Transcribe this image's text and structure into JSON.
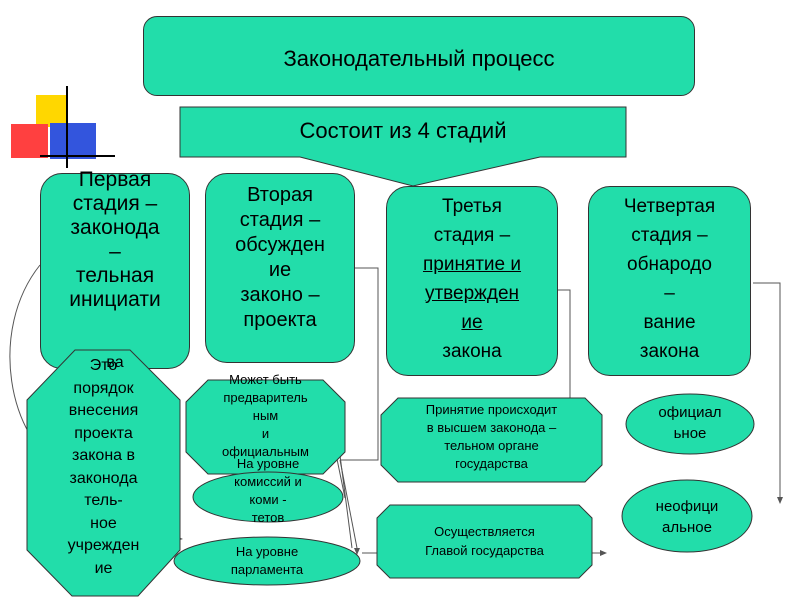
{
  "colors": {
    "fill": "#22DDAA",
    "stroke": "#333333",
    "deco_yellow": "#FFD700",
    "deco_red": "#FF4040",
    "deco_blue": "#3355DD"
  },
  "title": "Законодательный процесс",
  "subtitle": "Состоит из 4 стадий",
  "stages": [
    {
      "lines": [
        "Первая",
        "стадия –",
        "законода",
        "–",
        "тельная",
        "инициати"
      ]
    },
    {
      "lines": [
        "Вторая",
        "стадия –",
        "обсужден",
        "ие",
        "законо –",
        "проекта"
      ]
    },
    {
      "lines": [
        "Третья",
        "стадия –",
        "принятие и",
        "утвержден",
        "ие",
        "закона"
      ]
    },
    {
      "lines": [
        "Четвертая",
        "стадия –",
        "обнародо",
        "–",
        "вание",
        "закона"
      ]
    }
  ],
  "stage1_overflow": "ва",
  "details": {
    "initiative": {
      "lines": [
        "Это",
        "порядок",
        "внесения",
        "проекта",
        "закона в",
        "законода",
        "тель-",
        "ное",
        "учрежден",
        "ие"
      ]
    },
    "preliminary": {
      "lines": [
        "Может быть",
        "предваритель",
        "ным",
        "и",
        "официальным"
      ]
    },
    "commissions": {
      "lines": [
        "На уровне",
        "комиссий и",
        "коми -",
        "тетов"
      ]
    },
    "parliament": {
      "lines": [
        "На уровне",
        "парламента"
      ]
    },
    "adoption": {
      "lines": [
        "Принятие происходит",
        "в высшем законода –",
        "тельном органе",
        "государства"
      ]
    },
    "head": {
      "lines": [
        "Осуществляется",
        "Главой государства"
      ]
    },
    "official": {
      "lines": [
        "официал",
        "ьное"
      ]
    },
    "unofficial": {
      "lines": [
        "неофици",
        "альное"
      ]
    }
  }
}
